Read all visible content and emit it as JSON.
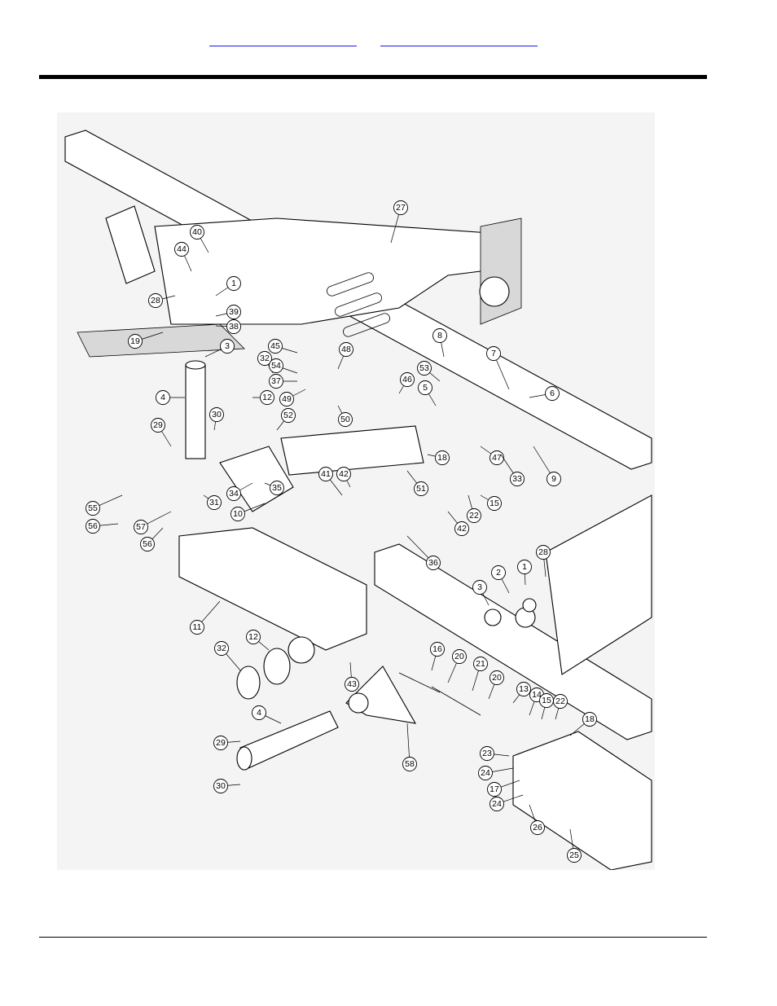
{
  "header": {
    "links": [
      "",
      ""
    ]
  },
  "diagram": {
    "callouts": [
      "1",
      "2",
      "3",
      "4",
      "5",
      "6",
      "7",
      "8",
      "9",
      "10",
      "11",
      "12",
      "13",
      "14",
      "15",
      "16",
      "17",
      "18",
      "19",
      "20",
      "21",
      "22",
      "23",
      "24",
      "25",
      "26",
      "27",
      "28",
      "29",
      "30",
      "31",
      "32",
      "33",
      "34",
      "35",
      "36",
      "37",
      "38",
      "39",
      "40",
      "41",
      "42",
      "43",
      "44",
      "45",
      "46",
      "47",
      "48",
      "49",
      "50",
      "51",
      "52",
      "53",
      "54",
      "55",
      "56",
      "57",
      "58"
    ]
  }
}
